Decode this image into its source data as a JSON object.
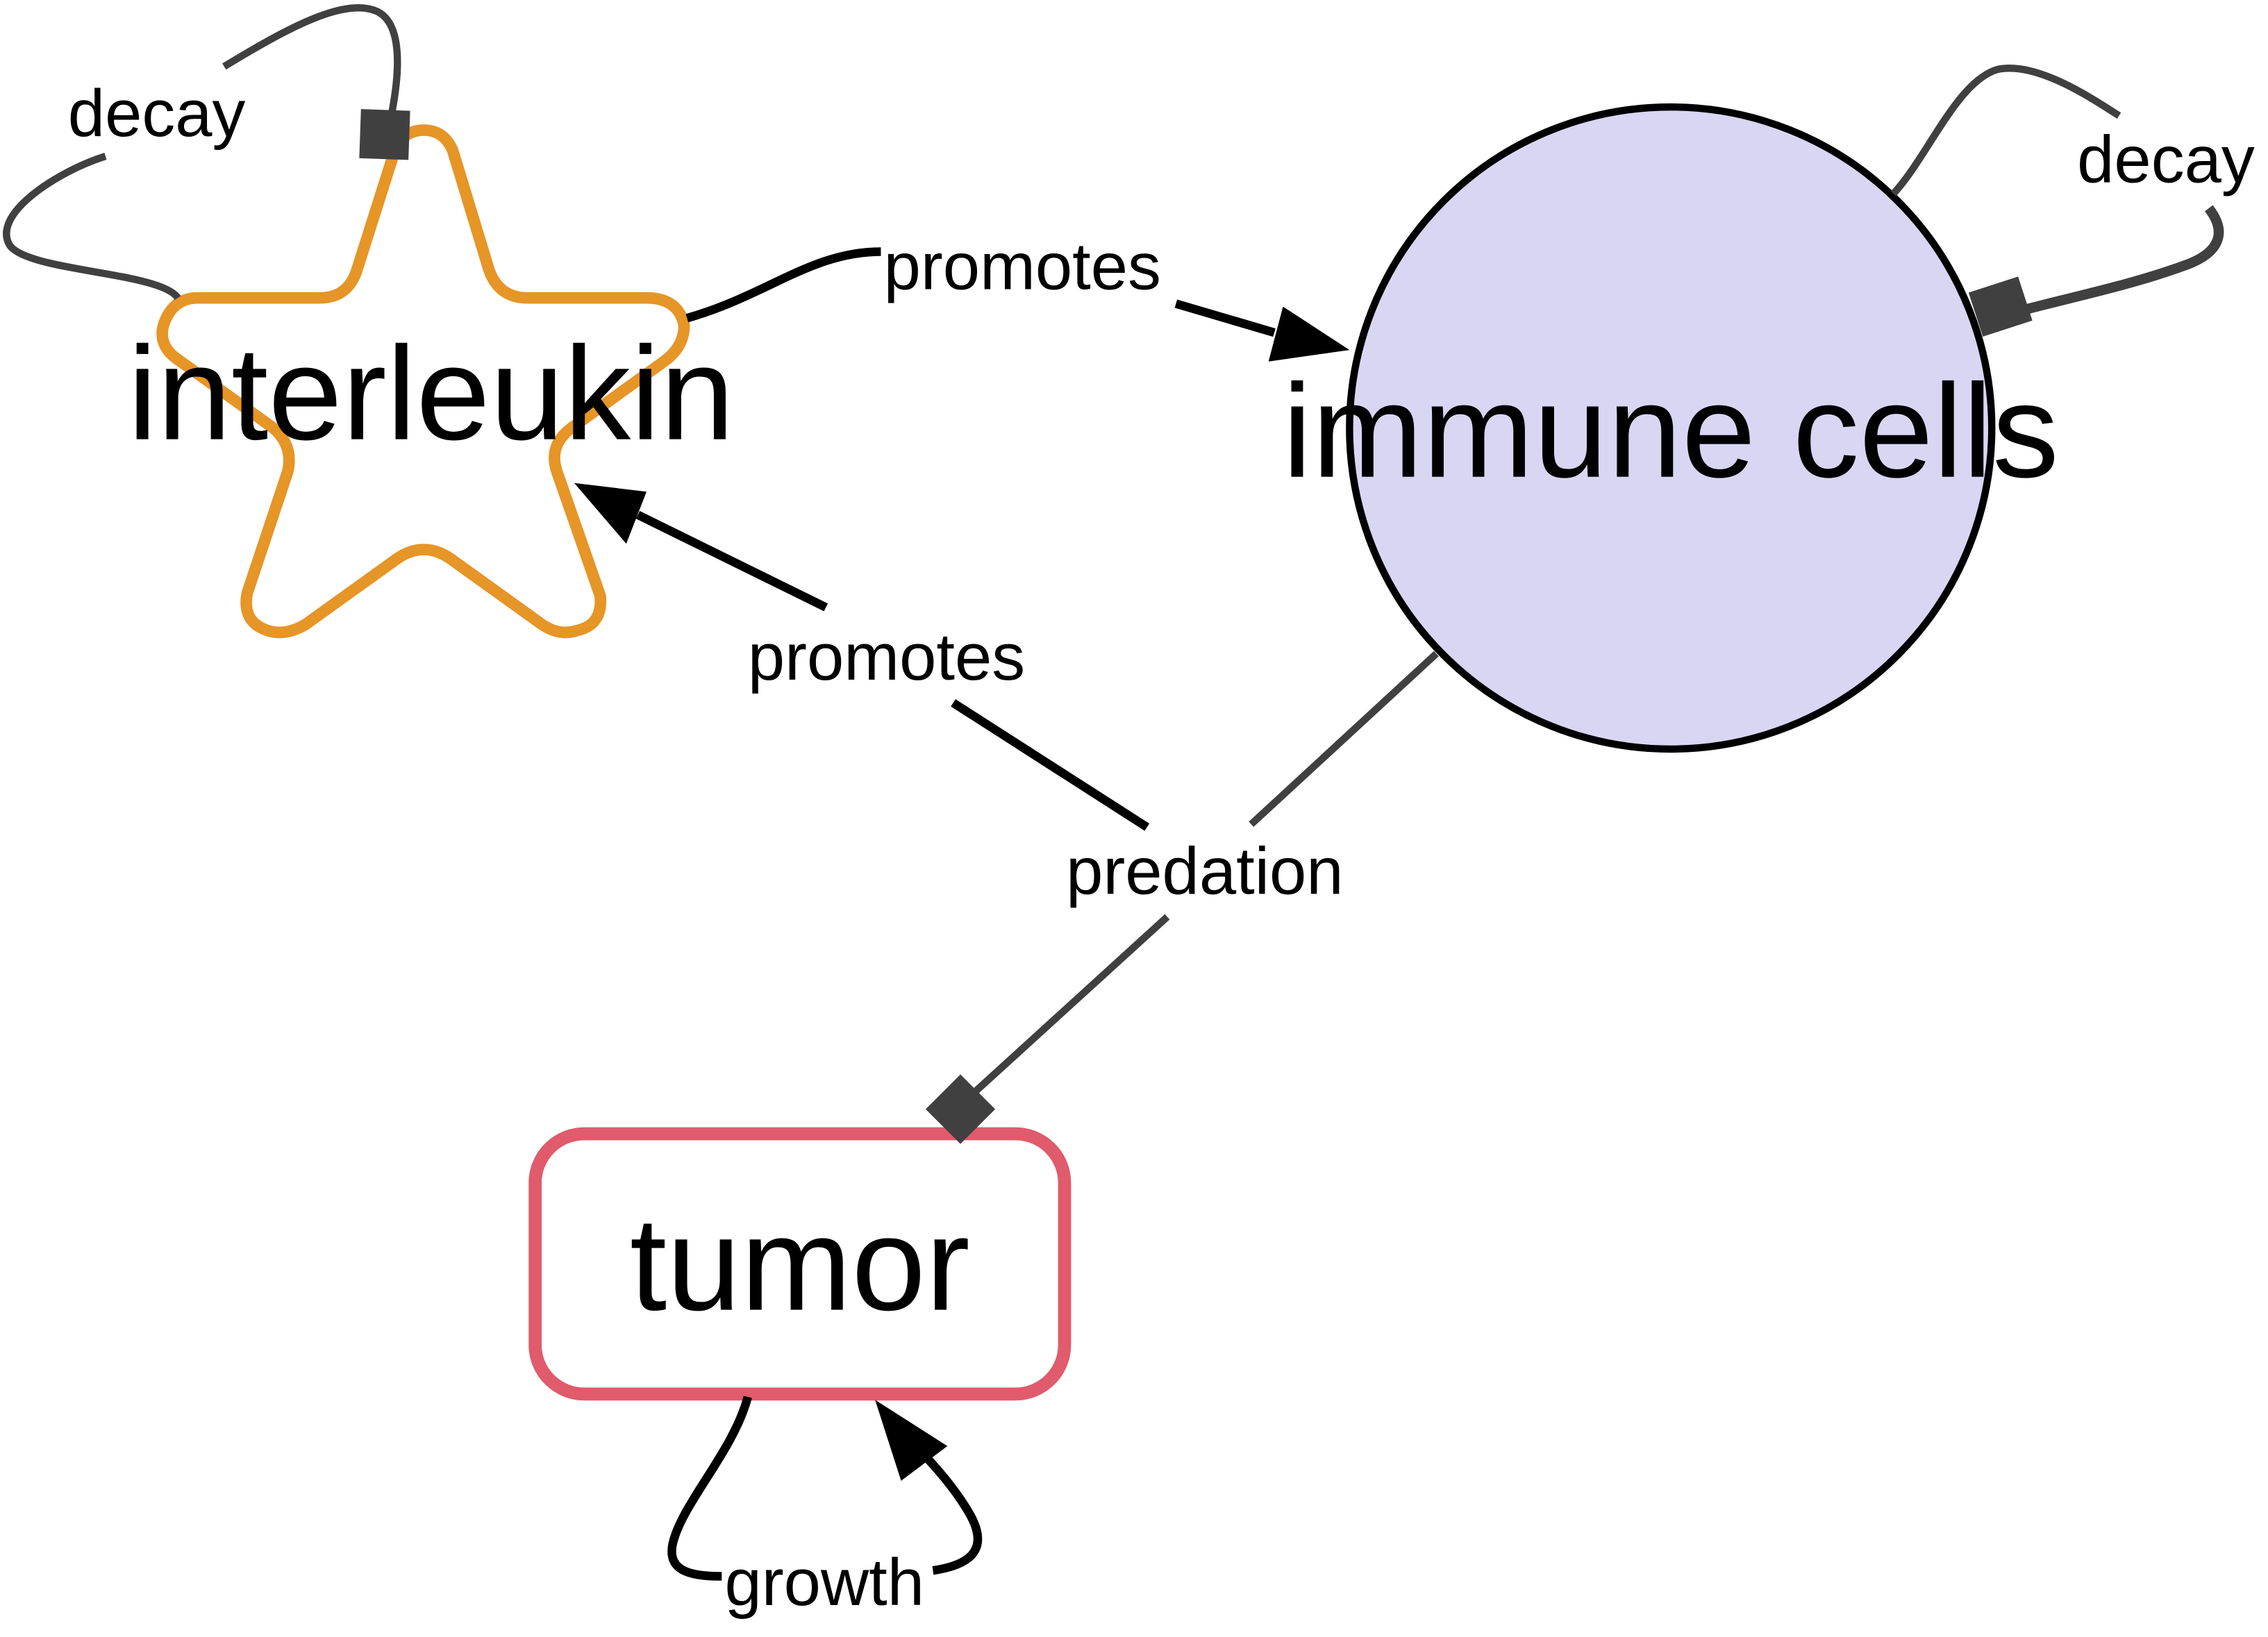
{
  "nodes": {
    "interleukin": {
      "label": "interleukin",
      "color": "#e69527"
    },
    "immune_cells": {
      "label": "immune cells",
      "color": "#000000",
      "fill": "#d9d6f4"
    },
    "tumor": {
      "label": "tumor",
      "color": "#e05b6b"
    }
  },
  "edges": {
    "interleukin_decay": {
      "label": "decay",
      "type": "inhibition"
    },
    "immune_decay": {
      "label": "decay",
      "type": "inhibition"
    },
    "il_promotes_immune": {
      "label": "promotes",
      "type": "activation"
    },
    "immune_promotes_il": {
      "label": "promotes",
      "type": "activation"
    },
    "predation": {
      "label": "predation",
      "type": "inhibition"
    },
    "tumor_growth": {
      "label": "growth",
      "type": "activation"
    }
  },
  "colors": {
    "edge_dark": "#404040",
    "edge_black": "#000000"
  }
}
